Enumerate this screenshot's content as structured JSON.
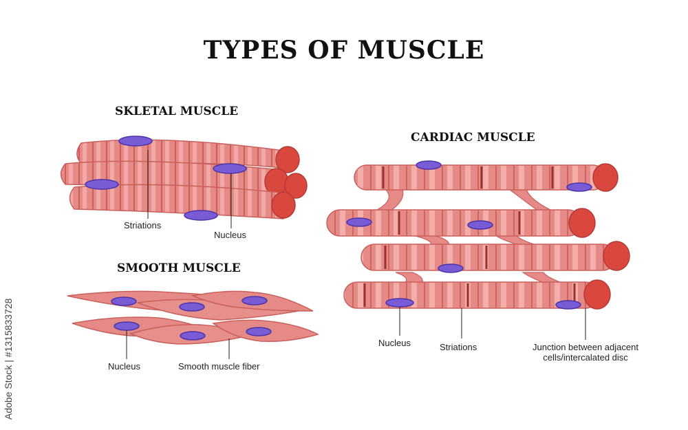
{
  "title": "TYPES OF MUSCLE",
  "sections": {
    "skeletal": {
      "heading": "SKLETAL MUSCLE",
      "labels": {
        "striations": "Striations",
        "nucleus": "Nucleus"
      }
    },
    "smooth": {
      "heading": "SMOOTH MUSCLE",
      "labels": {
        "nucleus": "Nucleus",
        "fiber": "Smooth muscle fiber"
      }
    },
    "cardiac": {
      "heading": "CARDIAC MUSCLE",
      "labels": {
        "nucleus": "Nucleus",
        "striations": "Striations",
        "junction_line1": "Junction between adjacent",
        "junction_line2": "cells/intercalated disc"
      }
    }
  },
  "watermark": "Adobe Stock | #1315833728",
  "colors": {
    "fiber": "#e58a86",
    "fiber_dark": "#c95f5b",
    "fiber_light": "#f2a9a5",
    "end_cap": "#d9473f",
    "nucleus": "#7a5bd6",
    "nucleus_dark": "#4b33a8",
    "disc": "#9b2f2a"
  }
}
